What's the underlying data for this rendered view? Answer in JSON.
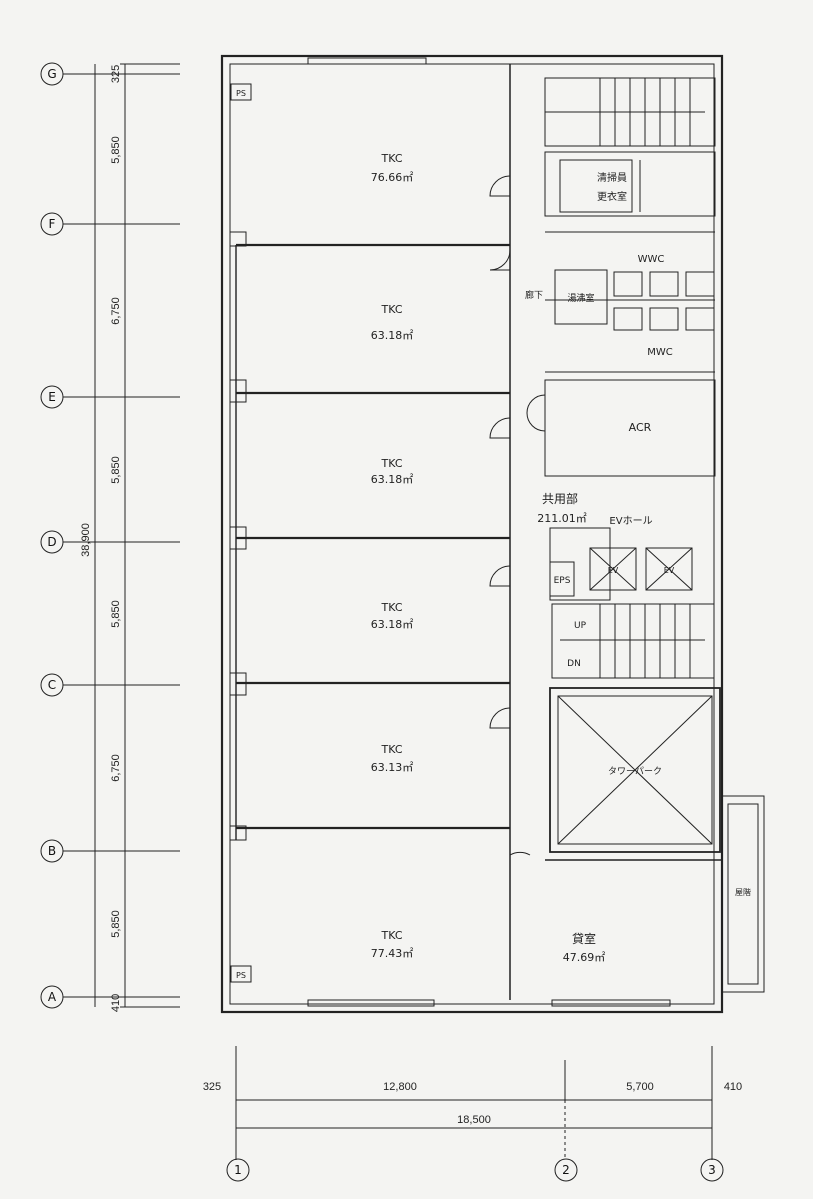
{
  "axes": {
    "rows": [
      "G",
      "F",
      "E",
      "D",
      "C",
      "B",
      "A"
    ],
    "cols": [
      "1",
      "2",
      "3"
    ]
  },
  "dimensions": {
    "left": [
      "325",
      "5,850",
      "6,750",
      "5,850",
      "5,850",
      "6,750",
      "5,850",
      "410"
    ],
    "left_total": "38,900",
    "bottom": [
      "325",
      "12,800",
      "5,700",
      "410"
    ],
    "bottom_total": "18,500"
  },
  "rooms": {
    "tkc1": {
      "name": "TKC",
      "area": "76.66㎡"
    },
    "tkc2": {
      "name": "TKC",
      "area": "63.18㎡"
    },
    "tkc3": {
      "name": "TKC",
      "area": "63.18㎡"
    },
    "tkc4": {
      "name": "TKC",
      "area": "63.18㎡"
    },
    "tkc5": {
      "name": "TKC",
      "area": "63.13㎡"
    },
    "tkc6": {
      "name": "TKC",
      "area": "77.43㎡"
    },
    "kashi": {
      "name": "貸室",
      "area": "47.69㎡"
    },
    "common": {
      "name": "共用部",
      "area": "211.01㎡"
    }
  },
  "labels": {
    "ps": "PS",
    "cleaner_line1": "清掃員",
    "cleaner_line2": "更衣室",
    "wwc": "WWC",
    "mwc": "MWC",
    "corridor": "廊下",
    "chinretsu": "湯沸室",
    "acr": "ACR",
    "ev_hall": "EVホール",
    "eps": "EPS",
    "ev": "EV",
    "tower_parking": "タワーパーク",
    "stair_up": "UP",
    "stair_dn": "DN",
    "okujo": "屋階"
  }
}
